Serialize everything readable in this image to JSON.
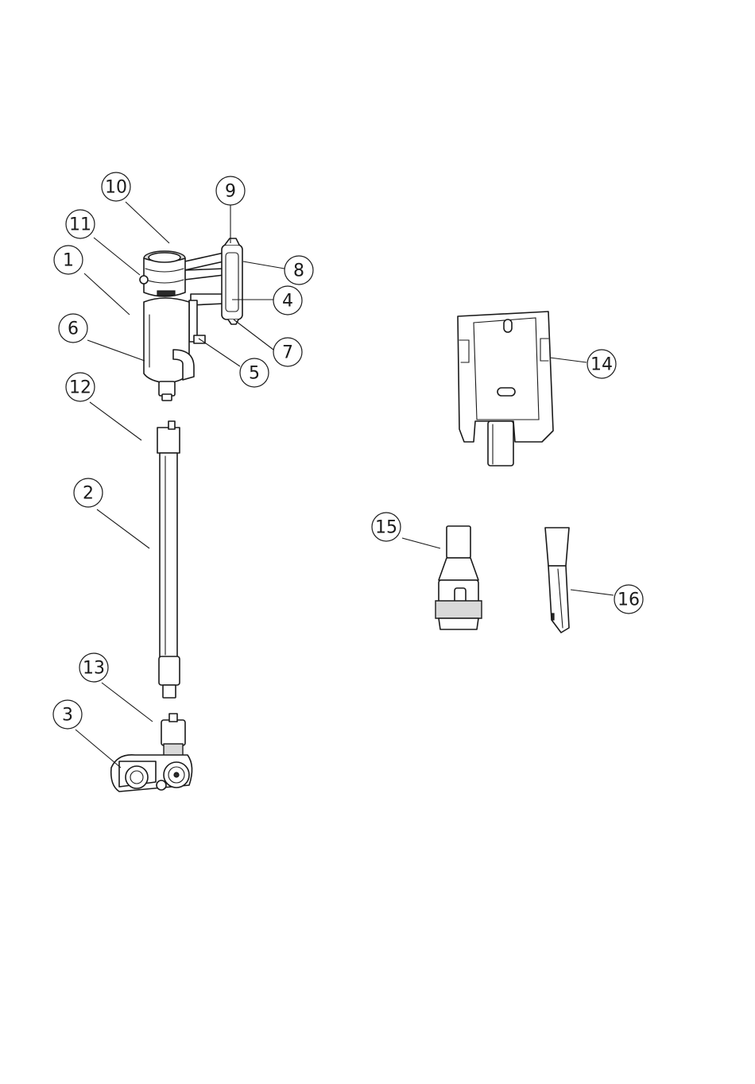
{
  "callouts": [
    {
      "id": "1",
      "label": "1"
    },
    {
      "id": "2",
      "label": "2"
    },
    {
      "id": "3",
      "label": "3"
    },
    {
      "id": "4",
      "label": "4"
    },
    {
      "id": "5",
      "label": "5"
    },
    {
      "id": "6",
      "label": "6"
    },
    {
      "id": "7",
      "label": "7"
    },
    {
      "id": "8",
      "label": "8"
    },
    {
      "id": "9",
      "label": "9"
    },
    {
      "id": "10",
      "label": "10"
    },
    {
      "id": "11",
      "label": "11"
    },
    {
      "id": "12",
      "label": "12"
    },
    {
      "id": "13",
      "label": "13"
    },
    {
      "id": "14",
      "label": "14"
    },
    {
      "id": "15",
      "label": "15"
    },
    {
      "id": "16",
      "label": "16"
    }
  ],
  "colors": {
    "line": "#1a1a1a",
    "background": "#ffffff",
    "shade": "#d9d9d9"
  }
}
